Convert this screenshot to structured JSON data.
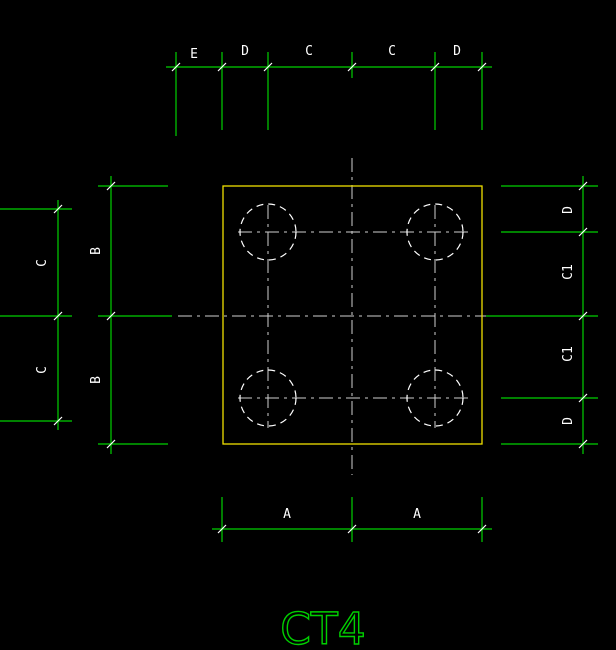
{
  "drawing": {
    "title": "CT4",
    "top_dims": [
      "E",
      "D",
      "C",
      "C",
      "D"
    ],
    "bottom_dims": [
      "A",
      "A"
    ],
    "left_inner_dims": [
      "B",
      "B"
    ],
    "left_outer_dims": [
      "C",
      "C"
    ],
    "right_dims": [
      "D",
      "C1",
      "C1",
      "D"
    ]
  },
  "colors": {
    "dimension": "#00d000",
    "outline": "#f0e000",
    "centerline": "#cfcfcf",
    "background": "#000000"
  }
}
